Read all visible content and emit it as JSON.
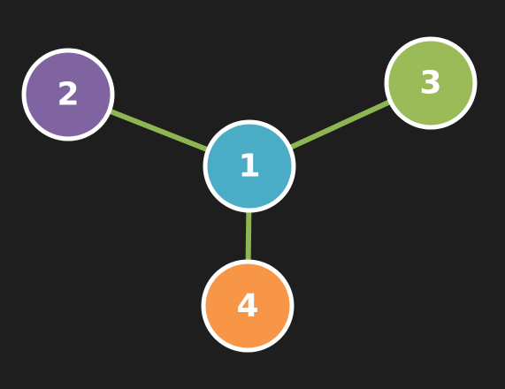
{
  "colors": {
    "background": "#1e1e1e",
    "edge": "#8db551",
    "node_border": "#ffffff"
  },
  "nodes": [
    {
      "id": "n1",
      "label": "1",
      "color": "#4bacc6"
    },
    {
      "id": "n2",
      "label": "2",
      "color": "#8064a2"
    },
    {
      "id": "n3",
      "label": "3",
      "color": "#9bbb59"
    },
    {
      "id": "n4",
      "label": "4",
      "color": "#f79646"
    }
  ],
  "edges": [
    {
      "from": "1",
      "to": "2"
    },
    {
      "from": "1",
      "to": "3"
    },
    {
      "from": "1",
      "to": "4"
    }
  ]
}
